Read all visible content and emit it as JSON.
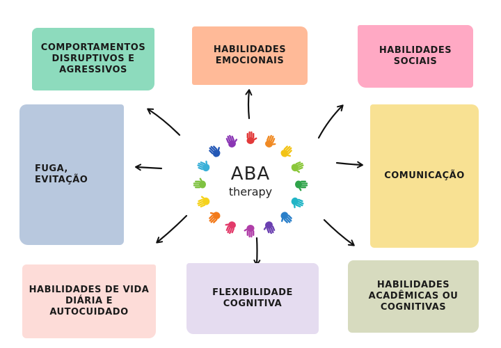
{
  "colors": {
    "comportamentos": "#8ddbbd",
    "emocionais": "#ffba98",
    "sociais": "#ffa9c4",
    "fuga": "#b8c8de",
    "comunicacao": "#f8e193",
    "vida": "#fddcd8",
    "flexibilidade": "#e5dcf0",
    "academicas": "#d7dbbf",
    "arrow": "#111111",
    "hand_colors": [
      "#e23a3a",
      "#f08a24",
      "#f2c316",
      "#8bc73b",
      "#2fa34a",
      "#22b5c6",
      "#2a7fc9",
      "#6a3fb0",
      "#b03ea8",
      "#e23a6a",
      "#f27a1a",
      "#f5d21c",
      "#7fc241",
      "#3ab0d8",
      "#2458b6",
      "#8a36b4"
    ]
  },
  "center": {
    "title": "ABA",
    "subtitle": "therapy",
    "icons": "hand-icon"
  },
  "cards": {
    "comportamentos": "COMPORTAMENTOS\nDISRUPTIVOS E\nAGRESSIVOS",
    "emocionais": "HABILIDADES\nEMOCIONAIS",
    "sociais": "HABILIDADES\nSOCIAIS",
    "fuga": "FUGA,\nEVITAÇÃO",
    "comunicacao": "COMUNICAÇÃO",
    "vida": "HABILIDADES DE VIDA\nDIÁRIA E AUTOCUIDADO",
    "flexibilidade": "FLEXIBILIDADE\nCOGNITIVA",
    "academicas": "HABILIDADES\nACADÊMICAS OU\nCOGNITIVAS"
  }
}
